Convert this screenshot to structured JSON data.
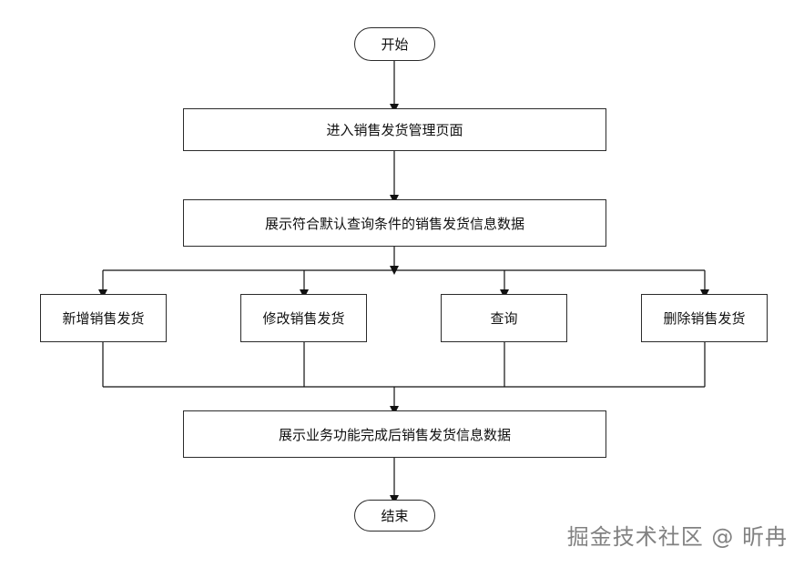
{
  "diagram": {
    "start": "开始",
    "enter_page": "进入销售发货管理页面",
    "show_default": "展示符合默认查询条件的销售发货信息数据",
    "actions": [
      "新增销售发货",
      "修改销售发货",
      "查询",
      "删除销售发货"
    ],
    "show_result": "展示业务功能完成后销售发货信息数据",
    "end": "结束"
  },
  "watermark": "掘金技术社区 @ 昕冉",
  "colors": {
    "line": "#111111",
    "border": "#2b2b2b",
    "background": "#ffffff"
  }
}
